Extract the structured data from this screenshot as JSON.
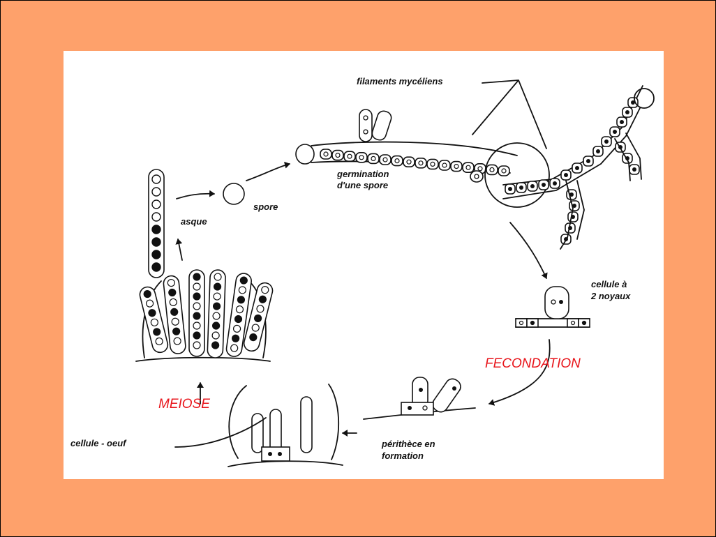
{
  "colors": {
    "background": "#fea16b",
    "panel": "#ffffff",
    "ink": "#111111",
    "accent_red": "#e8161c"
  },
  "labels": {
    "filaments": "filaments mycéliens",
    "germination_line1": "germination",
    "germination_line2": "d'une spore",
    "spore": "spore",
    "asque": "asque",
    "cellule2_line1": "cellule à",
    "cellule2_line2": "2 noyaux",
    "fecondation": "FECONDATION",
    "perithece_line1": "périthèce en",
    "perithece_line2": "formation",
    "meiose": "MEIOSE",
    "cellule_oeuf": "cellule - oeuf"
  }
}
